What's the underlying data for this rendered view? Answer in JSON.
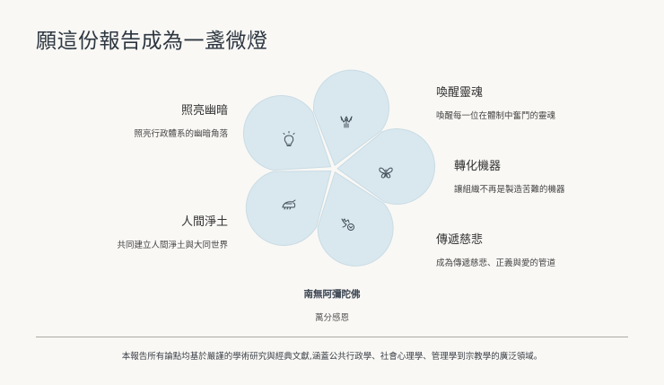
{
  "header": {
    "title": "願這份報告成為一盞微燈"
  },
  "petal_color": "#d9e8ef",
  "petal_stroke": "#c9dbe4",
  "icon_color": "#3f4a55",
  "petals": [
    {
      "id": "illuminate",
      "icon": "lightbulb-icon",
      "title": "照亮幽暗",
      "subtitle": "照亮行政體系的幽暗角落"
    },
    {
      "id": "awaken",
      "icon": "phoenix-bird-icon",
      "title": "喚醒靈魂",
      "subtitle": "喚醒每一位在體制中奮鬥的靈魂"
    },
    {
      "id": "transform",
      "icon": "butterfly-icon",
      "title": "轉化機器",
      "subtitle": "讓組織不再是製造苦難的機器"
    },
    {
      "id": "compassion",
      "icon": "dove-heart-icon",
      "title": "傳遞慈悲",
      "subtitle": "成為傳遞慈悲、正義與愛的管道"
    },
    {
      "id": "pureland",
      "icon": "ship-icon",
      "title": "人間淨土",
      "subtitle": "共同建立人間淨土與大同世界"
    }
  ],
  "center": {
    "title": "南無阿彌陀佛",
    "subtitle": "萬分感恩"
  },
  "footer": {
    "text": "本報告所有論點均基於嚴謹的學術研究與經典文獻,涵蓋公共行政學、社會心理學、管理學到宗教學的廣泛領域。"
  }
}
